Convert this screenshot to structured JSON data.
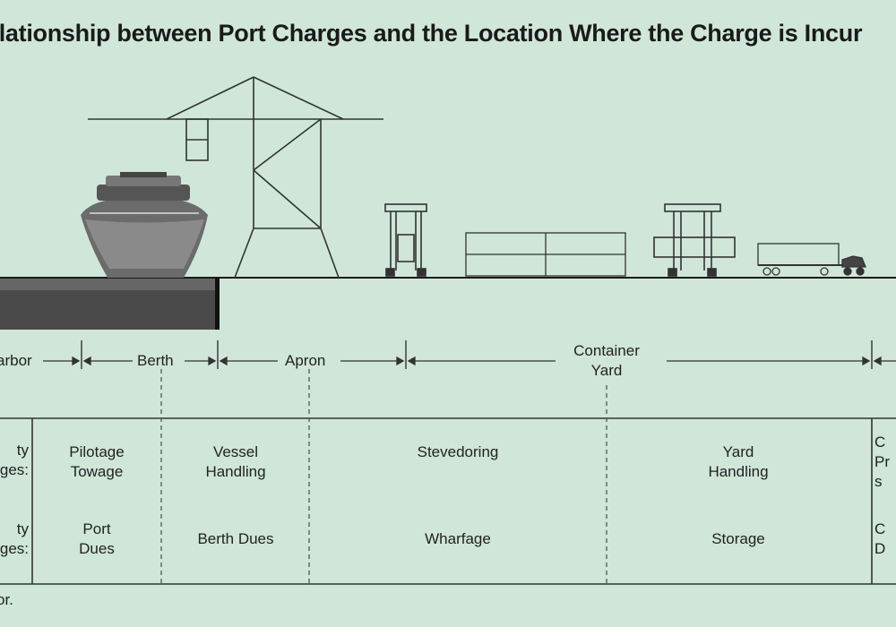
{
  "title": "elationship between Port Charges and the Location Where the Charge is Incur",
  "colors": {
    "background": "#cfe6d9",
    "line": "#333333",
    "ground": "#1a1a1a"
  },
  "zones": [
    {
      "label": "arbor"
    },
    {
      "label": "Berth"
    },
    {
      "label": "Apron"
    },
    {
      "label": "Container\nYard"
    }
  ],
  "rows": [
    {
      "label": "ty\nges:",
      "cells": [
        "Pilotage\nTowage",
        "Vessel\nHandling",
        "Stevedoring",
        "Yard\nHandling",
        "C\nPr\ns"
      ]
    },
    {
      "label": "ty\nges:",
      "cells": [
        "Port\nDues",
        "Berth Dues",
        "Wharfage",
        "Storage",
        "C\nD"
      ]
    }
  ],
  "footnote": "or."
}
